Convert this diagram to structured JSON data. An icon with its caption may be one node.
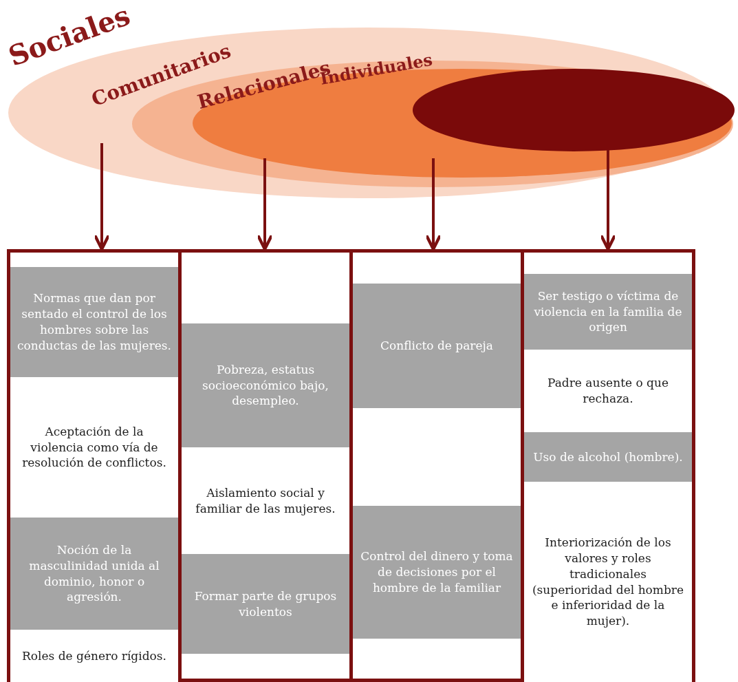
{
  "diagram": {
    "nodes": [
      {
        "text": [
          "Sociales"
        ]
      },
      {
        "text": [
          "Comunitarios"
        ],
        "in": 0
      },
      {
        "text": [
          "Relacionales"
        ],
        "in": 1
      },
      {
        "text": [
          "Individuales"
        ],
        "in": 2
      },
      {
        "text": [],
        "shape": "box"
      },
      {
        "text": [
          "Normas que dan por sentado el control de los hombres sobre las conductas de las mujeres."
        ],
        "in": 4
      },
      {
        "text": [
          "Aceptación de la violencia como vía de resolución de conflictos."
        ],
        "in": 4
      },
      {
        "text": [
          "Noción de la masculinidad unida al dominio, honor o agresión."
        ],
        "in": 4
      },
      {
        "text": [
          "Roles de género rígidos."
        ],
        "in": 4
      },
      {
        "text": [],
        "shape": "box"
      },
      {
        "text": [
          "Pobreza, estatus socioeconómico bajo, desempleo."
        ],
        "in": 9
      },
      {
        "text": [
          "Aislamiento social y familiar de las mujeres."
        ],
        "in": 9
      },
      {
        "text": [
          "Formar parte de grupos violentos"
        ],
        "in": 9
      },
      {
        "text": [],
        "shape": "box"
      },
      {
        "text": [
          "Conflicto de pareja"
        ],
        "in": 13
      },
      {
        "text": [
          "Control del dinero y toma de decisiones por el hombre de la familiar"
        ],
        "in": 13
      },
      {
        "text": [],
        "shape": "box"
      },
      {
        "text": [
          "Ser testigo o víctima de violencia en la familia de origen"
        ],
        "in": 16
      },
      {
        "text": [
          "Padre ausente o que rechaza."
        ],
        "in": 16
      },
      {
        "text": [
          "Uso de alcohol (hombre)."
        ],
        "in": 16
      },
      {
        "text": [
          "Interiorización de los valores y roles tradicionales (superioridad del hombre e inferioridad de la mujer)."
        ],
        "in": 16
      }
    ],
    "edges": [
      {
        "from": 0,
        "to": 4,
        "arrow": "to"
      },
      {
        "from": 1,
        "to": 9,
        "arrow": "to"
      },
      {
        "from": 2,
        "to": 13,
        "arrow": "to"
      },
      {
        "from": 3,
        "to": 16,
        "arrow": "to"
      }
    ]
  }
}
